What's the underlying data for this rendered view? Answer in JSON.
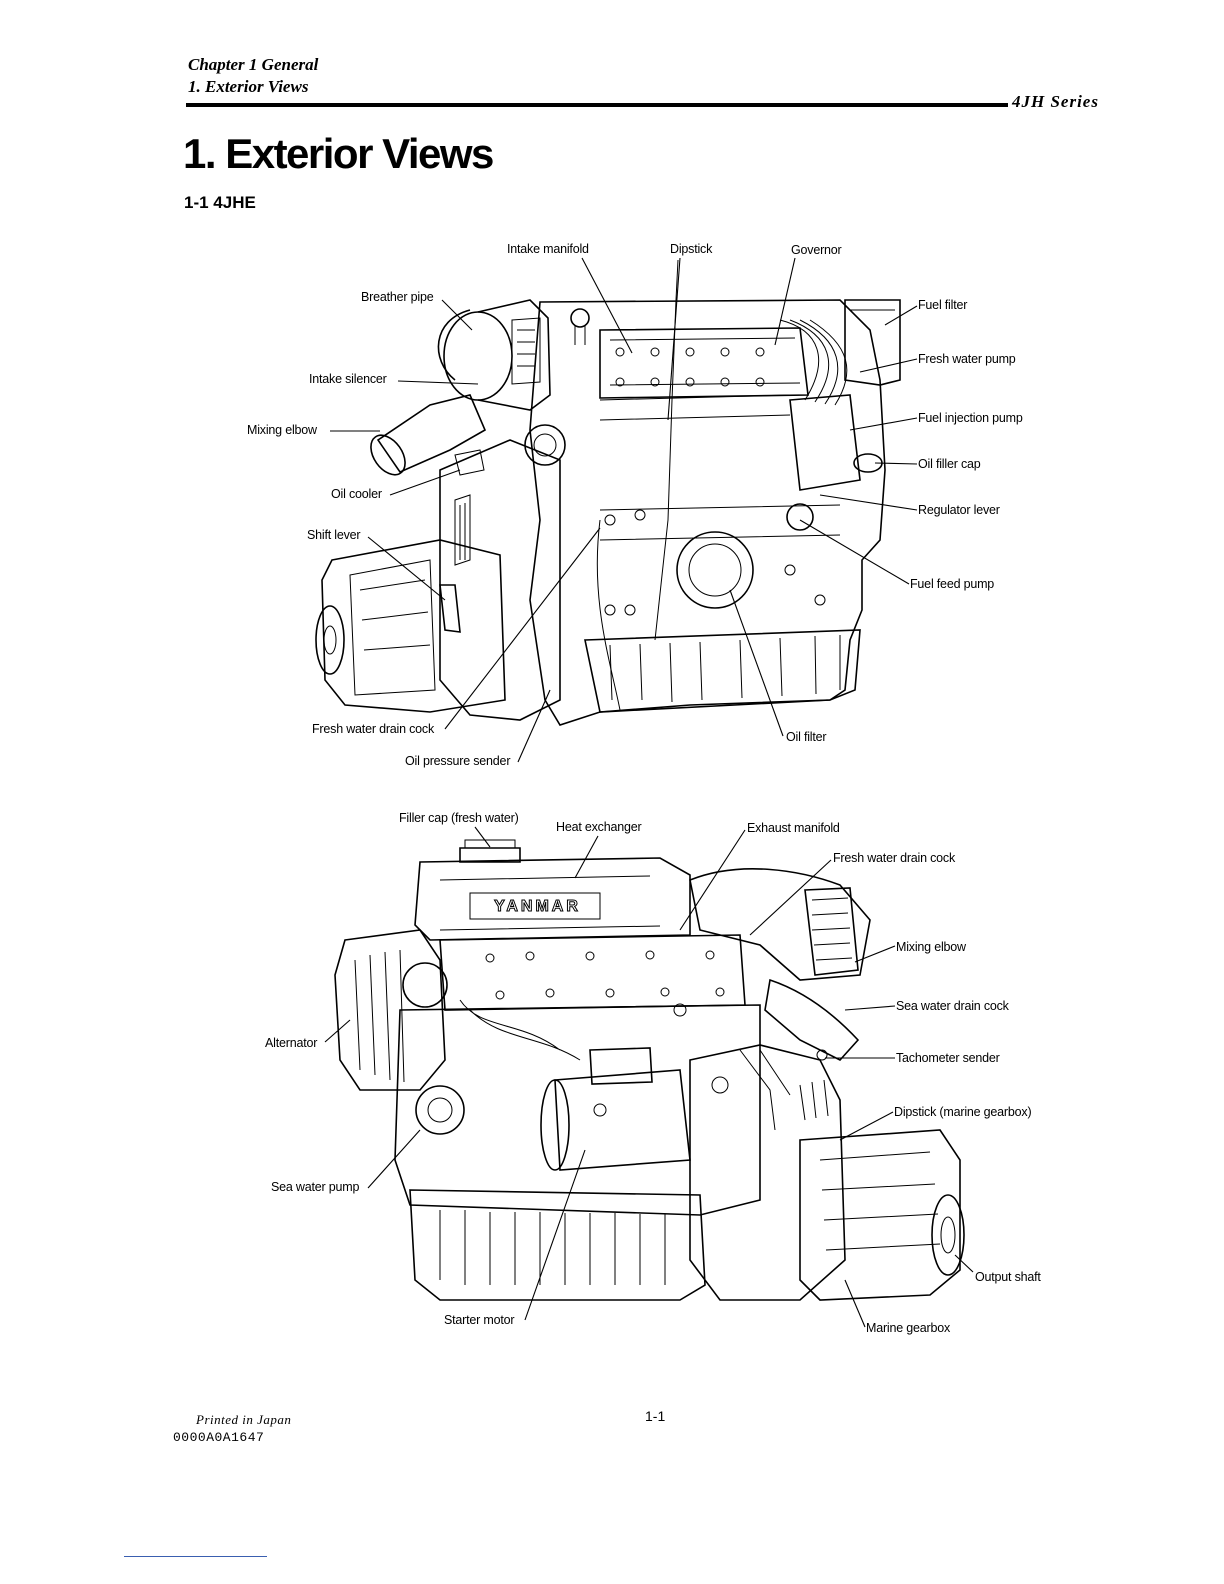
{
  "header": {
    "chapter": "Chapter 1 General",
    "section": "1. Exterior Views",
    "series": "4JH Series"
  },
  "page_title": "1. Exterior Views",
  "section_title": "1-1 4JHE",
  "figure_top": {
    "labels": {
      "intake_manifold": "Intake manifold",
      "dipstick": "Dipstick",
      "governor": "Governor",
      "breather_pipe": "Breather pipe",
      "fuel_filter": "Fuel filter",
      "fresh_water_pump": "Fresh water pump",
      "intake_silencer": "Intake silencer",
      "fuel_injection_pump": "Fuel injection pump",
      "mixing_elbow": "Mixing elbow",
      "oil_filler_cap": "Oil filler cap",
      "oil_cooler": "Oil cooler",
      "regulator_lever": "Regulator lever",
      "shift_lever": "Shift lever",
      "fuel_feed_pump": "Fuel feed pump",
      "fresh_water_drain_cock": "Fresh water drain cock",
      "oil_filter": "Oil filter",
      "oil_pressure_sender": "Oil pressure sender"
    }
  },
  "figure_bottom": {
    "brand": "YANMAR",
    "labels": {
      "filler_cap": "Filler cap (fresh water)",
      "heat_exchanger": "Heat exchanger",
      "exhaust_manifold": "Exhaust manifold",
      "fresh_water_drain_cock": "Fresh water drain cock",
      "mixing_elbow": "Mixing elbow",
      "sea_water_drain_cock": "Sea water drain cock",
      "alternator": "Alternator",
      "tachometer_sender": "Tachometer sender",
      "dipstick_marine": "Dipstick (marine gearbox)",
      "sea_water_pump": "Sea water pump",
      "output_shaft": "Output shaft",
      "starter_motor": "Starter motor",
      "marine_gearbox": "Marine gearbox"
    }
  },
  "footer": {
    "printed": "Printed in Japan",
    "code": "0000A0A1647",
    "page_number": "1-1"
  }
}
